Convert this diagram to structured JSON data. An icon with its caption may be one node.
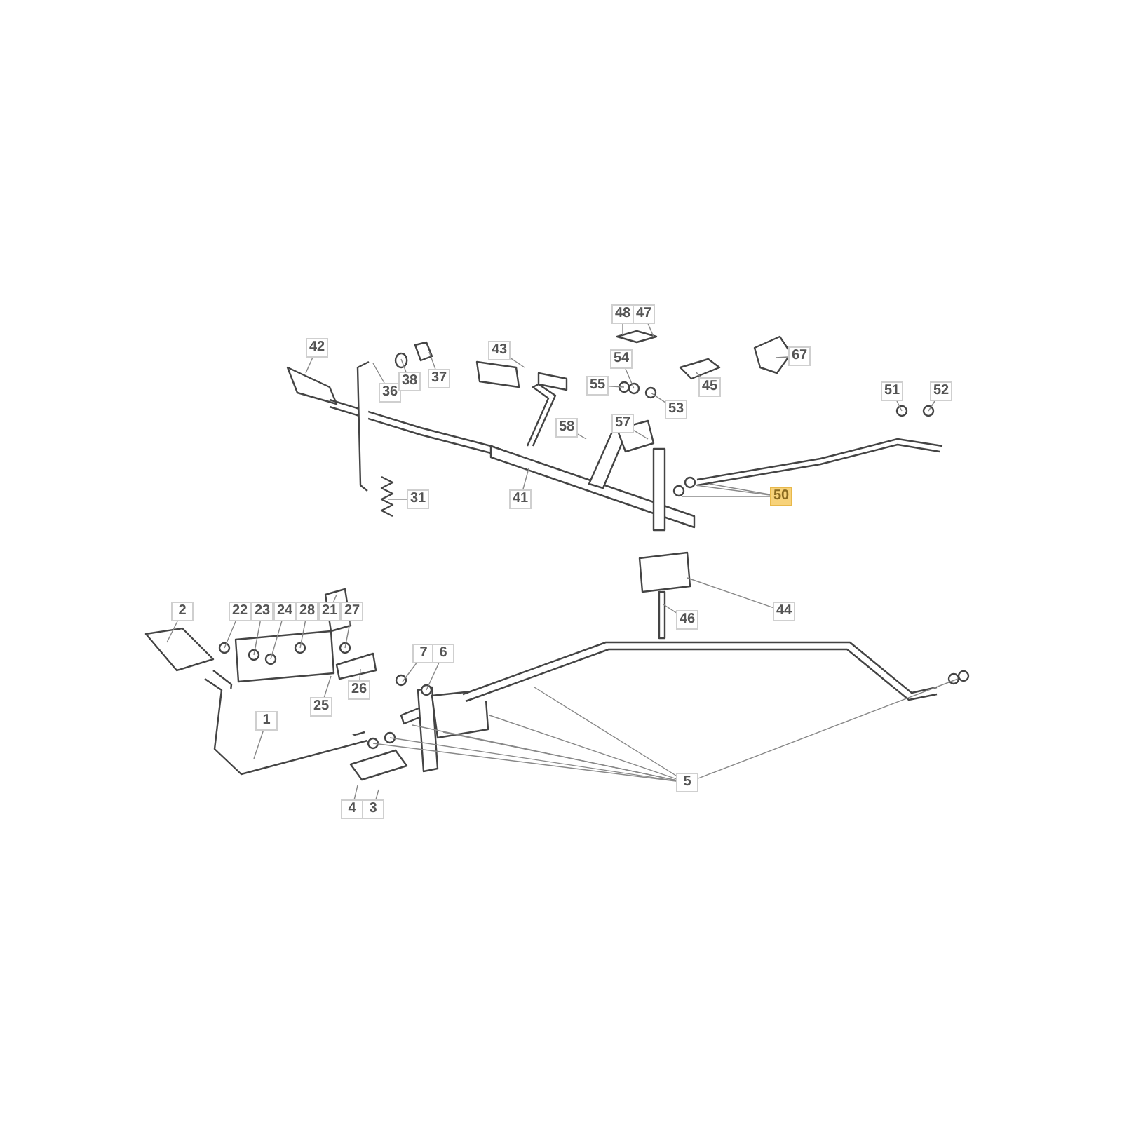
{
  "diagram": {
    "nodes": [
      {
        "text": [
          "42"
        ]
      },
      {
        "text": [
          "36"
        ]
      },
      {
        "text": [
          "38"
        ]
      },
      {
        "text": [
          "37"
        ]
      },
      {
        "text": [
          "43"
        ]
      },
      {
        "text": [
          "48"
        ]
      },
      {
        "text": [
          "47"
        ]
      },
      {
        "text": [
          "55"
        ]
      },
      {
        "text": [
          "54"
        ]
      },
      {
        "text": [
          "53"
        ]
      },
      {
        "text": [
          "45"
        ]
      },
      {
        "text": [
          "67"
        ]
      },
      {
        "text": [
          "58"
        ]
      },
      {
        "text": [
          "57"
        ]
      },
      {
        "text": [
          "51"
        ]
      },
      {
        "text": [
          "52"
        ]
      },
      {
        "text": [
          "31"
        ]
      },
      {
        "text": [
          "41"
        ]
      },
      {
        "text": [
          "50"
        ]
      },
      {
        "text": [
          "44"
        ]
      },
      {
        "text": [
          "46"
        ]
      },
      {
        "text": [
          "2"
        ]
      },
      {
        "text": [
          "22"
        ]
      },
      {
        "text": [
          "23"
        ]
      },
      {
        "text": [
          "24"
        ]
      },
      {
        "text": [
          "28"
        ]
      },
      {
        "text": [
          "21"
        ]
      },
      {
        "text": [
          "27"
        ]
      },
      {
        "text": [
          "25"
        ]
      },
      {
        "text": [
          "26"
        ]
      },
      {
        "text": [
          "7"
        ]
      },
      {
        "text": [
          "6"
        ]
      },
      {
        "text": [
          "1"
        ]
      },
      {
        "text": [
          "4"
        ]
      },
      {
        "text": [
          "3"
        ]
      },
      {
        "text": [
          "5"
        ]
      }
    ],
    "edges": [
      {
        "from": 0,
        "to": null,
        "arrow": "none"
      },
      {
        "from": 1,
        "to": null,
        "arrow": "none"
      },
      {
        "from": 2,
        "to": null,
        "arrow": "none"
      },
      {
        "from": 3,
        "to": null,
        "arrow": "none"
      },
      {
        "from": 4,
        "to": null,
        "arrow": "none"
      },
      {
        "from": 5,
        "to": null,
        "arrow": "none"
      },
      {
        "from": 6,
        "to": null,
        "arrow": "none"
      },
      {
        "from": 7,
        "to": null,
        "arrow": "none"
      },
      {
        "from": 8,
        "to": null,
        "arrow": "none"
      },
      {
        "from": 9,
        "to": null,
        "arrow": "none"
      },
      {
        "from": 10,
        "to": null,
        "arrow": "none"
      },
      {
        "from": 11,
        "to": null,
        "arrow": "none"
      },
      {
        "from": 12,
        "to": null,
        "arrow": "none"
      },
      {
        "from": 13,
        "to": null,
        "arrow": "none"
      },
      {
        "from": 14,
        "to": null,
        "arrow": "none"
      },
      {
        "from": 15,
        "to": null,
        "arrow": "none"
      },
      {
        "from": 16,
        "to": null,
        "arrow": "none"
      },
      {
        "from": 17,
        "to": null,
        "arrow": "none"
      },
      {
        "from": 18,
        "to": null,
        "arrow": "none"
      },
      {
        "from": 18,
        "to": null,
        "arrow": "none"
      },
      {
        "from": 18,
        "to": null,
        "arrow": "none"
      },
      {
        "from": 19,
        "to": null,
        "arrow": "none"
      },
      {
        "from": 20,
        "to": null,
        "arrow": "none"
      },
      {
        "from": 21,
        "to": null,
        "arrow": "none"
      },
      {
        "from": 22,
        "to": null,
        "arrow": "none"
      },
      {
        "from": 23,
        "to": null,
        "arrow": "none"
      },
      {
        "from": 24,
        "to": null,
        "arrow": "none"
      },
      {
        "from": 25,
        "to": null,
        "arrow": "none"
      },
      {
        "from": 26,
        "to": null,
        "arrow": "none"
      },
      {
        "from": 27,
        "to": null,
        "arrow": "none"
      },
      {
        "from": 28,
        "to": null,
        "arrow": "none"
      },
      {
        "from": 29,
        "to": null,
        "arrow": "none"
      },
      {
        "from": 30,
        "to": null,
        "arrow": "none"
      },
      {
        "from": 31,
        "to": null,
        "arrow": "none"
      },
      {
        "from": 32,
        "to": null,
        "arrow": "none"
      },
      {
        "from": 33,
        "to": null,
        "arrow": "none"
      },
      {
        "from": 34,
        "to": null,
        "arrow": "none"
      },
      {
        "from": 35,
        "to": null,
        "arrow": "none"
      },
      {
        "from": 35,
        "to": null,
        "arrow": "none"
      },
      {
        "from": 35,
        "to": null,
        "arrow": "none"
      },
      {
        "from": 35,
        "to": null,
        "arrow": "none"
      },
      {
        "from": 35,
        "to": null,
        "arrow": "none"
      },
      {
        "from": 35,
        "to": null,
        "arrow": "none"
      },
      {
        "from": 35,
        "to": null,
        "arrow": "none"
      }
    ]
  }
}
